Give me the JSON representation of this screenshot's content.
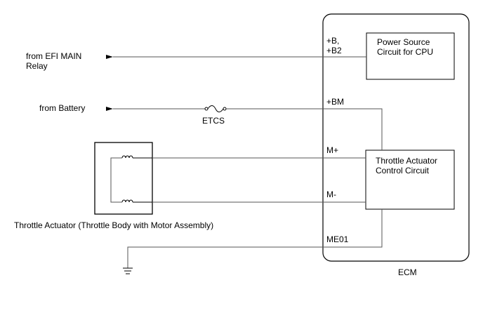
{
  "ecm": {
    "label": "ECM",
    "pins": {
      "b_line1": "+B,",
      "b_line2": "+B2",
      "bm": "+BM",
      "m_plus": "M+",
      "m_minus": "M-",
      "me01": "ME01"
    },
    "power_circuit": {
      "line1": "Power Source",
      "line2": "Circuit for CPU"
    },
    "throttle_circuit": {
      "line1": "Throttle Actuator",
      "line2": "Control Circuit"
    }
  },
  "inputs": {
    "efi_line1": "from EFI MAIN",
    "efi_line2": "Relay",
    "battery": "from Battery"
  },
  "fuse": {
    "label": "ETCS"
  },
  "actuator": {
    "label": "Throttle Actuator (Throttle Body with Motor Assembly)"
  }
}
